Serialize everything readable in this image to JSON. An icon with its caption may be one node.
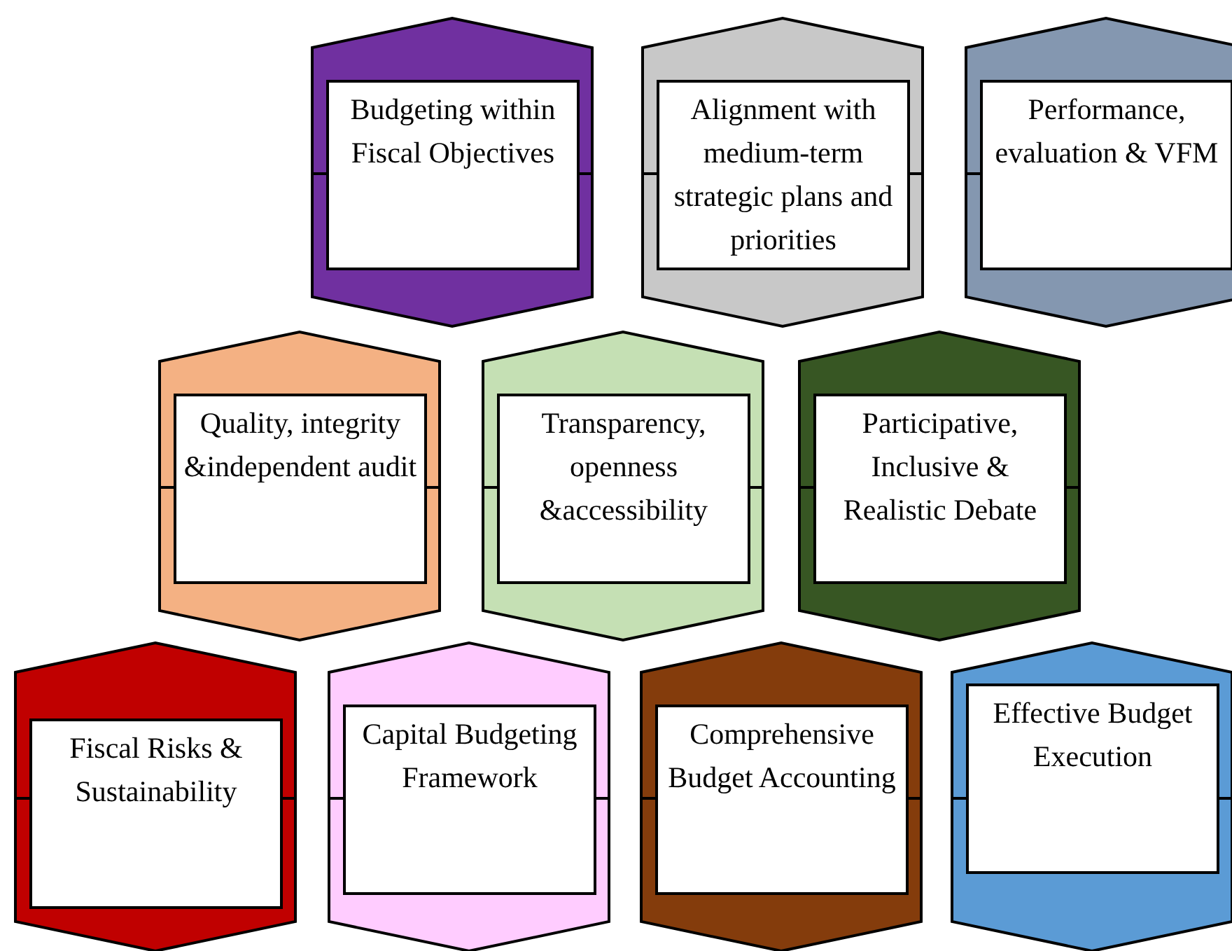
{
  "diagram": {
    "nodes": [
      {
        "text": [
          "Budgeting within Fiscal Objectives"
        ]
      },
      {
        "text": [
          "Alignment with medium-term strategic plans and priorities"
        ]
      },
      {
        "text": [
          "Performance, evaluation & VFM"
        ]
      },
      {
        "text": [
          "Quality, integrity &independent audit"
        ]
      },
      {
        "text": [
          "Transparency, openness &accessibility"
        ]
      },
      {
        "text": [
          "Participative, Inclusive & Realistic Debate"
        ]
      },
      {
        "text": [
          "Fiscal Risks & Sustainability"
        ]
      },
      {
        "text": [
          "Capital Budgeting Framework"
        ]
      },
      {
        "text": [
          "Comprehensive Budget Accounting"
        ]
      },
      {
        "text": [
          "Effective Budget Execution"
        ]
      }
    ]
  }
}
